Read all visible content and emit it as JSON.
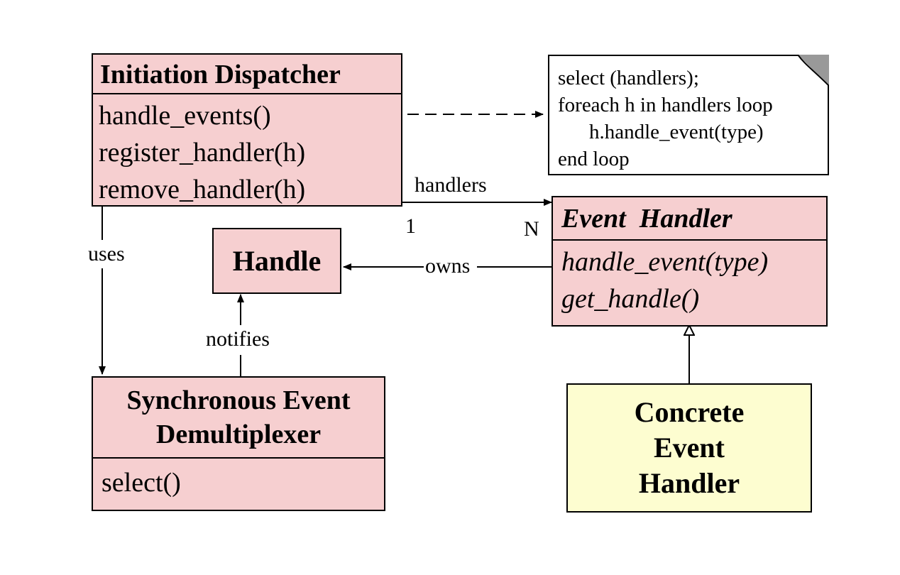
{
  "classes": {
    "dispatcher": {
      "name": "Initiation Dispatcher",
      "ops": [
        "handle_events()",
        "register_handler(h)",
        "remove_handler(h)"
      ]
    },
    "handle": {
      "name": "Handle"
    },
    "event_handler": {
      "name": "Event  Handler",
      "ops": [
        "handle_event(type)",
        "get_handle()"
      ]
    },
    "demux": {
      "name_line1": "Synchronous Event",
      "name_line2": "Demultiplexer",
      "ops": [
        "select()"
      ]
    },
    "concrete": {
      "line1": "Concrete",
      "line2": "Event",
      "line3": "Handler"
    }
  },
  "note": {
    "lines": [
      "select (handlers);",
      "foreach h in handlers loop",
      "h.handle_event(type)",
      "end loop"
    ]
  },
  "relations": {
    "handlers_label": "handlers",
    "mult_one": "1",
    "mult_n": "N",
    "uses_label": "uses",
    "owns_label": "owns",
    "notifies_label": "notifies"
  },
  "colors": {
    "class_fill": "#f6cfd0",
    "concrete_fill": "#fdfdd0",
    "line": "#000000"
  }
}
